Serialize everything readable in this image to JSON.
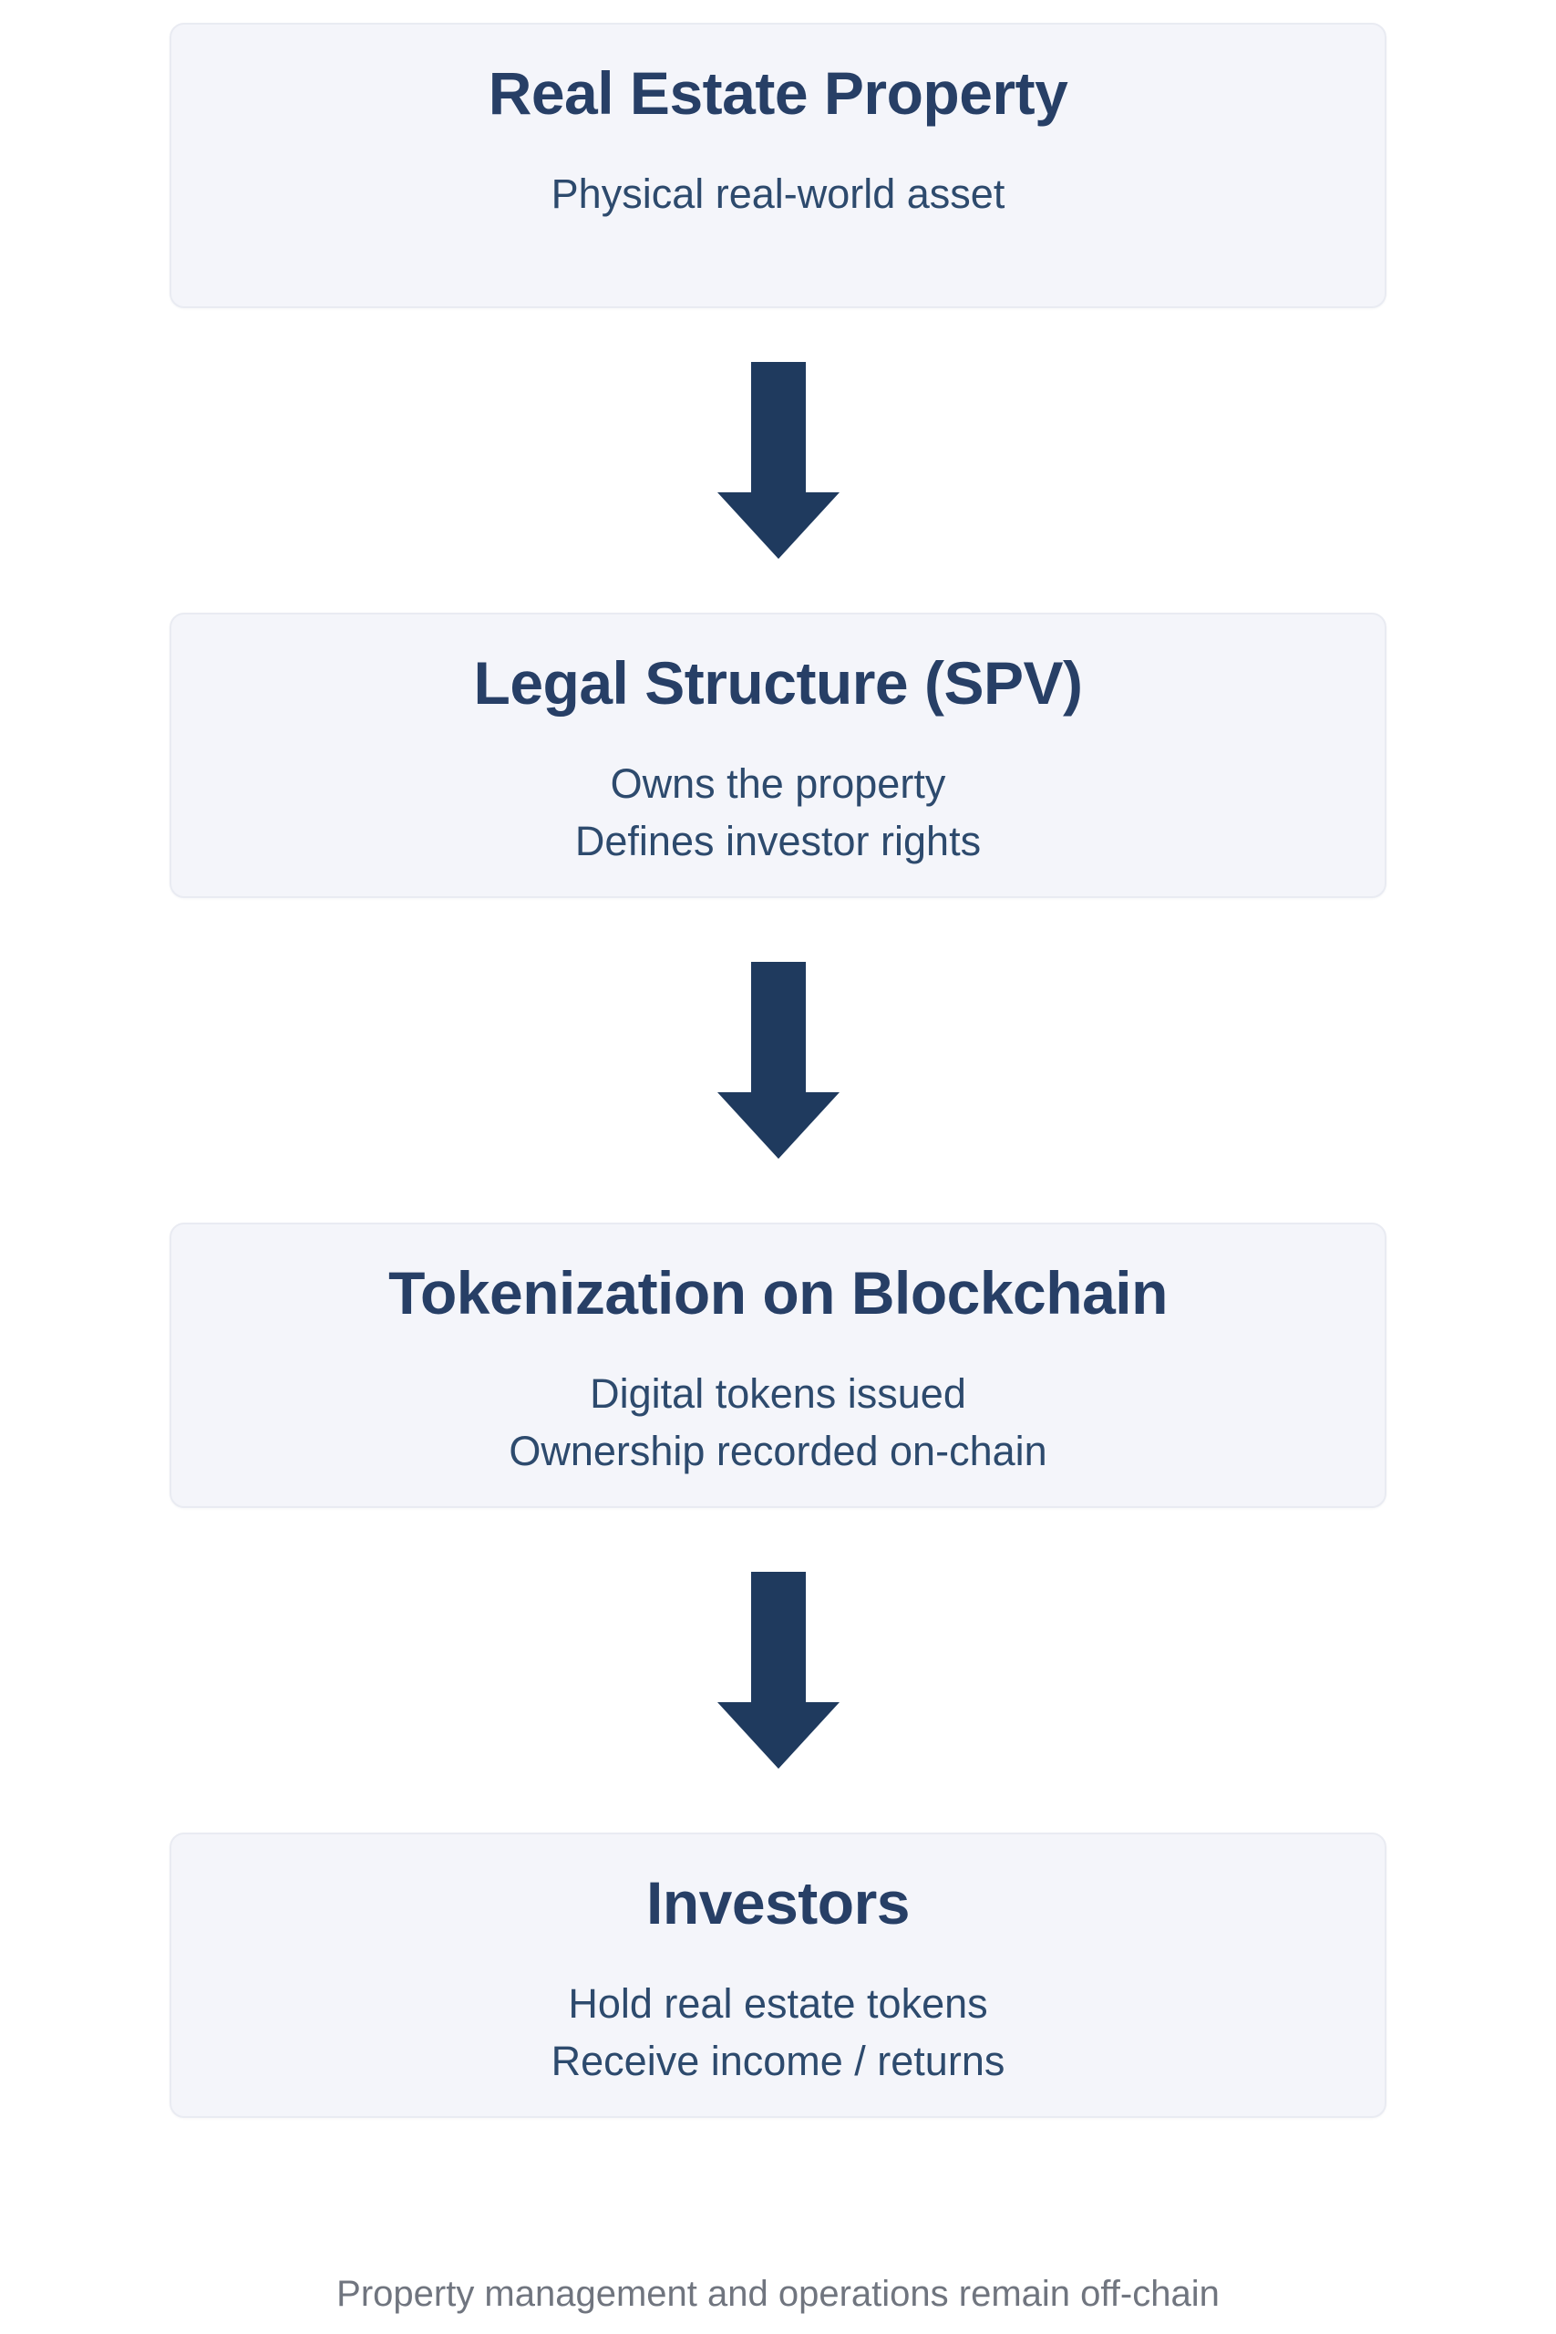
{
  "colors": {
    "page_bg": "#ffffff",
    "box_bg": "#f4f5fa",
    "box_border": "#e9ebf2",
    "title_text": "#273f66",
    "body_text": "#2d4a6d",
    "arrow": "#1f3a5e",
    "footer_text": "#70757f"
  },
  "flow": {
    "steps": [
      {
        "title": "Real Estate Property",
        "lines": [
          "Physical real-world asset"
        ]
      },
      {
        "title": "Legal Structure (SPV)",
        "lines": [
          "Owns the property",
          "Defines investor rights"
        ]
      },
      {
        "title": "Tokenization on Blockchain",
        "lines": [
          "Digital tokens issued",
          "Ownership recorded on-chain"
        ]
      },
      {
        "title": "Investors",
        "lines": [
          "Hold real estate tokens",
          "Receive income / returns"
        ]
      }
    ],
    "footer_note": "Property management and operations remain off-chain"
  }
}
